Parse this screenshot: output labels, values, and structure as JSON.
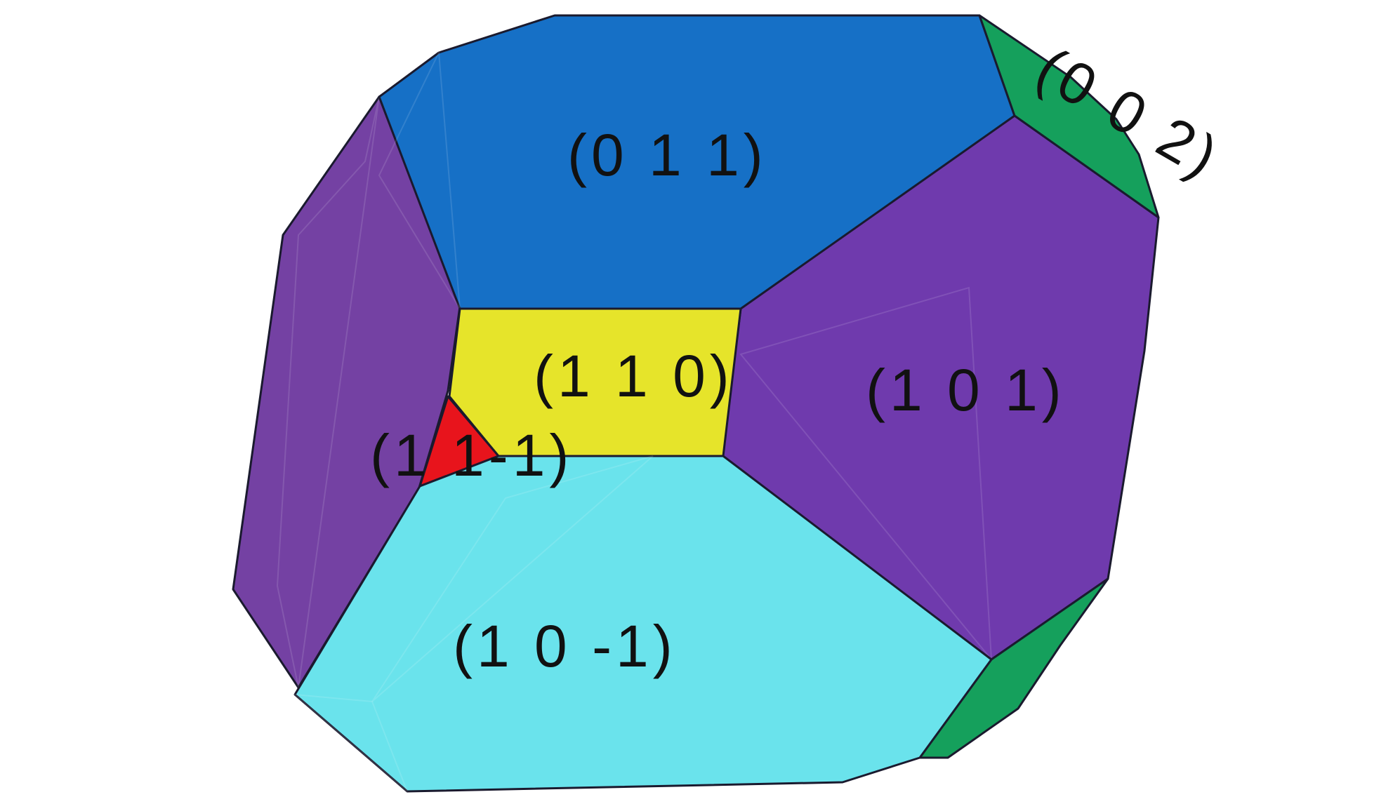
{
  "diagram": {
    "facets": [
      {
        "id": "011",
        "label": "(0 1 1)",
        "color": "#1670c6"
      },
      {
        "id": "002-top",
        "label": "(0 0 2)",
        "color": "#15a05c"
      },
      {
        "id": "002-bottom",
        "label": "",
        "color": "#15a05c"
      },
      {
        "id": "101",
        "label": "(1 0 1)",
        "color": "#6f3aad"
      },
      {
        "id": "left-side",
        "label": "",
        "color": "#7441a3"
      },
      {
        "id": "110",
        "label": "(1 1 0)",
        "color": "#e6e42a"
      },
      {
        "id": "11-1",
        "label": "(1 1-1)",
        "color": "#e8141c"
      },
      {
        "id": "10-1",
        "label": "(1 0 -1)",
        "color": "#6ae3ec"
      }
    ]
  }
}
